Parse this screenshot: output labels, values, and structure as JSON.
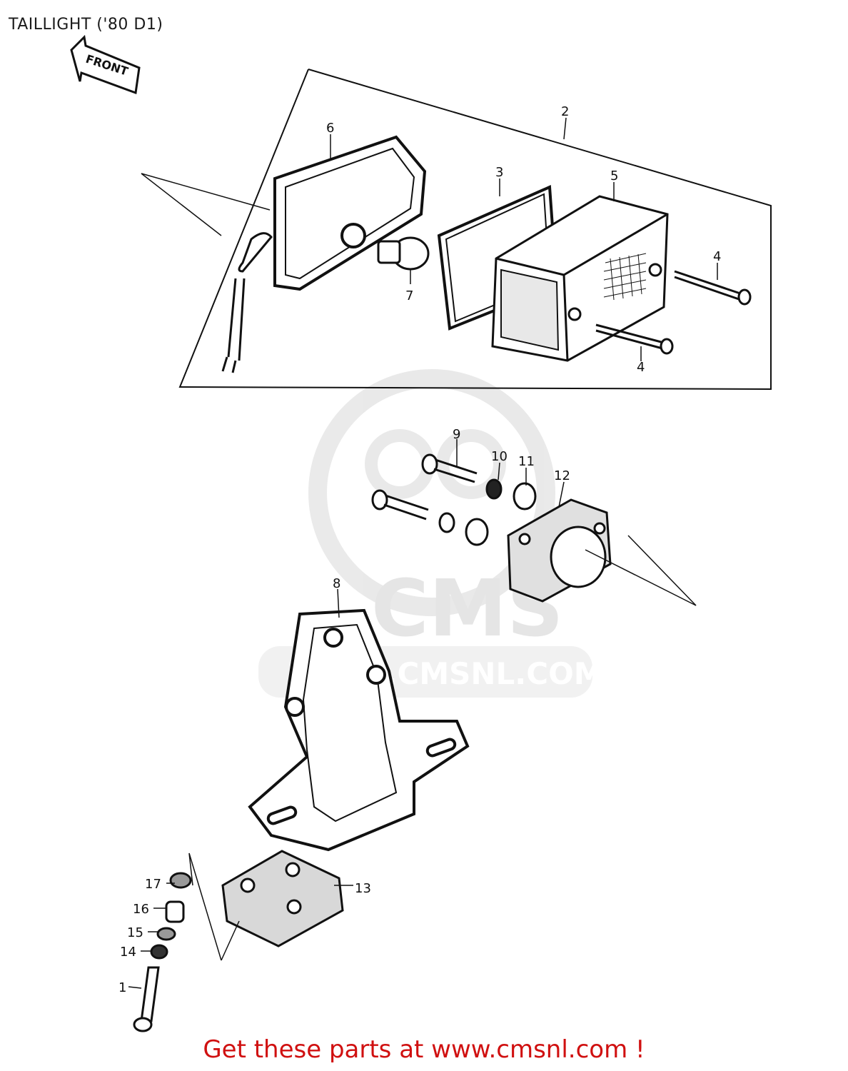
{
  "title": "TAILLIGHT ('80 D1)",
  "front_label": "FRONT",
  "watermark": {
    "logo_text": "CMS",
    "url_text": "WWW.CMSNL.COM"
  },
  "callouts": {
    "c1": "1",
    "c2": "2",
    "c3": "3",
    "c4a": "4",
    "c4b": "4",
    "c5": "5",
    "c6": "6",
    "c7": "7",
    "c8": "8",
    "c9": "9",
    "c10": "10",
    "c11": "11",
    "c12": "12",
    "c13": "13",
    "c14": "14",
    "c15": "15",
    "c16": "16",
    "c17": "17"
  },
  "footer": "Get these parts at www.cmsnl.com !"
}
